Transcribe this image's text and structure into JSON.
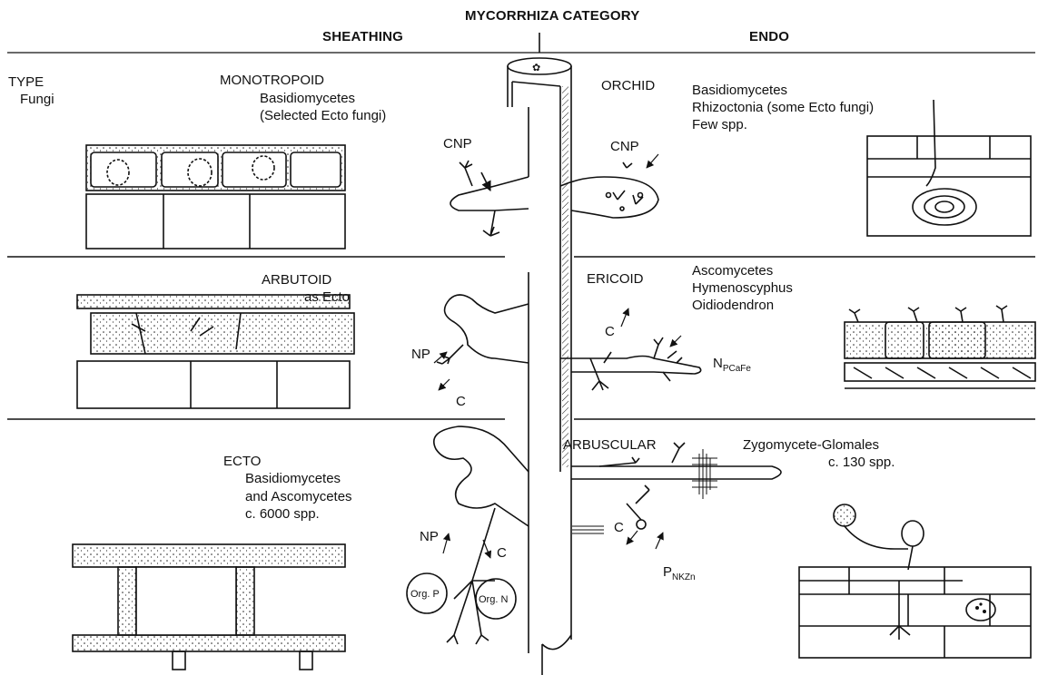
{
  "header": {
    "title": "MYCORRHIZA CATEGORY",
    "left_heading": "SHEATHING",
    "right_heading": "ENDO"
  },
  "legend": {
    "type": "TYPE",
    "fungi": "Fungi"
  },
  "panels": {
    "monotropoid": {
      "name": "MONOTROPOID",
      "fungi_1": "Basidiomycetes",
      "fungi_2": "(Selected Ecto fungi)"
    },
    "arbutoid": {
      "name": "ARBUTOID",
      "fungi": "as Ecto"
    },
    "ecto": {
      "name": "ECTO",
      "fungi_1": "Basidiomycetes",
      "fungi_2": "and Ascomycetes",
      "species": "c. 6000 spp."
    },
    "orchid": {
      "name": "ORCHID",
      "fungi_1": "Basidiomycetes",
      "fungi_2": "Rhizoctonia (some Ecto fungi)",
      "species": "Few spp."
    },
    "ericoid": {
      "name": "ERICOID",
      "fungi_1": "Ascomycetes",
      "fungi_2": "Hymenoscyphus",
      "fungi_3": "Oidiodendron"
    },
    "arbuscular": {
      "name": "ARBUSCULAR",
      "fungi": "Zygomycete-Glomales",
      "species": "c. 130 spp."
    }
  },
  "flux_labels": {
    "cnp_left": "CNP",
    "cnp_right": "CNP",
    "np_arbutoid": "NP",
    "c_arbutoid": "C",
    "c_ericoid": "C",
    "n_ericoid": "N",
    "n_ericoid_sub": "PCaFe",
    "np_ecto": "NP",
    "c_ecto": "C",
    "c_arbuscular": "C",
    "p_arbuscular": "P",
    "p_arbuscular_sub": "NKZn",
    "org_p": "Org. P",
    "org_n": "Org. N"
  }
}
